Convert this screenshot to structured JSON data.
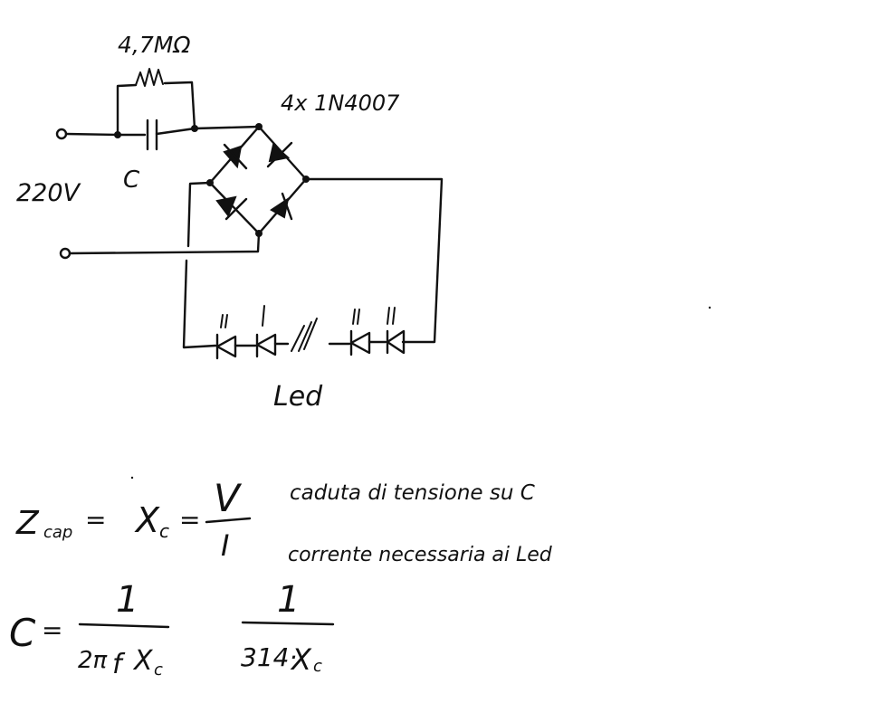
{
  "circuit": {
    "resistor_label": "4,7MΩ",
    "bridge_label": "4x 1N4007",
    "mains_label": "220V",
    "capacitor_label": "C",
    "led_label": "Led",
    "led_count_shown": 4
  },
  "formulas": {
    "z_symbol": "Z",
    "z_sub": "cap",
    "equals": "=",
    "xc_symbol": "X",
    "xc_sub": "c",
    "v": "V",
    "i": "I",
    "note_v": "caduta di tensione su C",
    "note_i": "corrente necessaria ai Led",
    "c_symbol": "C",
    "one": "1",
    "den1_prefix": "2π",
    "den1_f": "f",
    "den1_x": "X",
    "den1_x_sub": "c",
    "den2_prefix": "314·",
    "den2_x": "X",
    "den2_x_sub": "c"
  },
  "colors": {
    "ink": "#111111",
    "paper": "#ffffff"
  }
}
